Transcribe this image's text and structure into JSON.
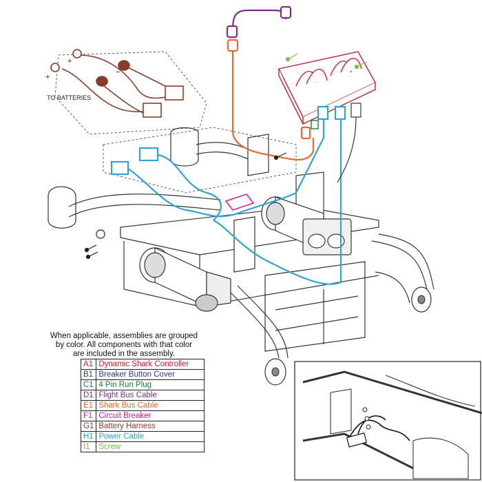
{
  "labels": {
    "to_batteries": "TO BATTERIES",
    "plus_a": "+",
    "plus_b": "+",
    "minus": "−"
  },
  "note_lines": [
    "When applicable, assemblies are grouped",
    "by color. All components with that color",
    "are included in the assembly."
  ],
  "legend": [
    {
      "code": "A1",
      "name": "Dynamic Shark Controller",
      "color": "#c8202e"
    },
    {
      "code": "B1",
      "name": "Breaker Button Cover",
      "color": "#2e3a8c"
    },
    {
      "code": "C1",
      "name": "4 Pin Run Plug",
      "color": "#1f7a3a"
    },
    {
      "code": "D1",
      "name": "Flight Bus Cable",
      "color": "#7b2d8e"
    },
    {
      "code": "E1",
      "name": "Shark Bus Cable",
      "color": "#e8692a"
    },
    {
      "code": "F1",
      "name": "Circuit Breaker",
      "color": "#d6218f"
    },
    {
      "code": "G1",
      "name": "Battery Harness",
      "color": "#8a3b2a"
    },
    {
      "code": "H1",
      "name": "Power Cable",
      "color": "#2ea3d6"
    },
    {
      "code": "I1",
      "name": "Screw",
      "color": "#7bc043"
    }
  ],
  "colors": {
    "line": "#333333",
    "controller": "#c8202e",
    "power_cable": "#2ea3d6",
    "shark_bus": "#e8692a",
    "flight_bus": "#7b2d8e",
    "battery_harness": "#8a3b2a",
    "circuit_breaker": "#d6218f",
    "run_plug": "#1f7a3a",
    "screw": "#7bc043",
    "breaker_cover": "#2e3a8c"
  }
}
